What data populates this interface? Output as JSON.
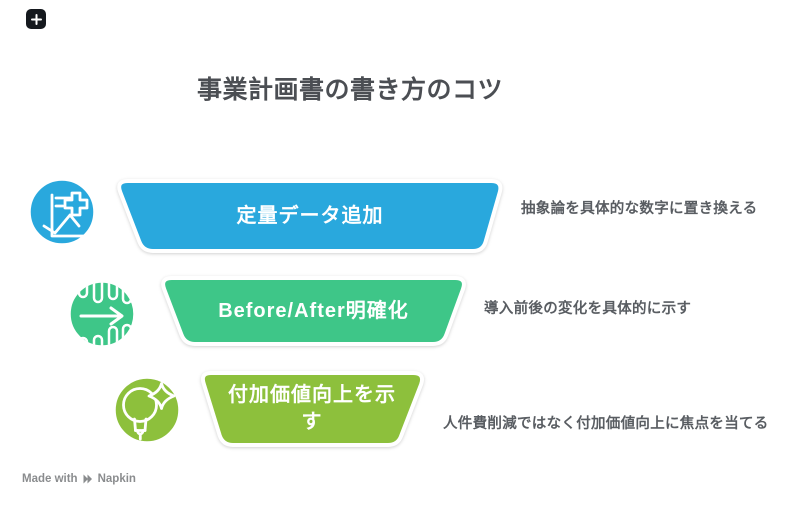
{
  "diagram": {
    "title": "事業計画書の書き方のコツ"
  },
  "funnel": {
    "type": "funnel",
    "steps": [
      {
        "label": "定量データ追加",
        "description": "抽象論を具体的な数字に置き換える",
        "color": "#29A8DD",
        "icon": "chart-plus-icon"
      },
      {
        "label": "Before/After明確化",
        "description": "導入前後の変化を具体的に示す",
        "color": "#3EC688",
        "icon": "transform-arrow-icon"
      },
      {
        "label": "付加価値向上を示す",
        "description": "人件費削減ではなく付加価値向上に焦点を当てる",
        "color": "#8DC03C",
        "icon": "lightbulb-sparkle-icon"
      }
    ]
  },
  "toolbar": {
    "add_button_icon": "plus-icon"
  },
  "footer": {
    "made_with": "Made with",
    "brand": "Napkin",
    "logo_icon": "napkin-logo-icon"
  },
  "colors": {
    "title_text": "#4B4E53",
    "description_text": "#595D62",
    "label_text": "#FFFFFF",
    "add_button_bg": "#15191E",
    "footer_text": "#8A8C8E"
  }
}
